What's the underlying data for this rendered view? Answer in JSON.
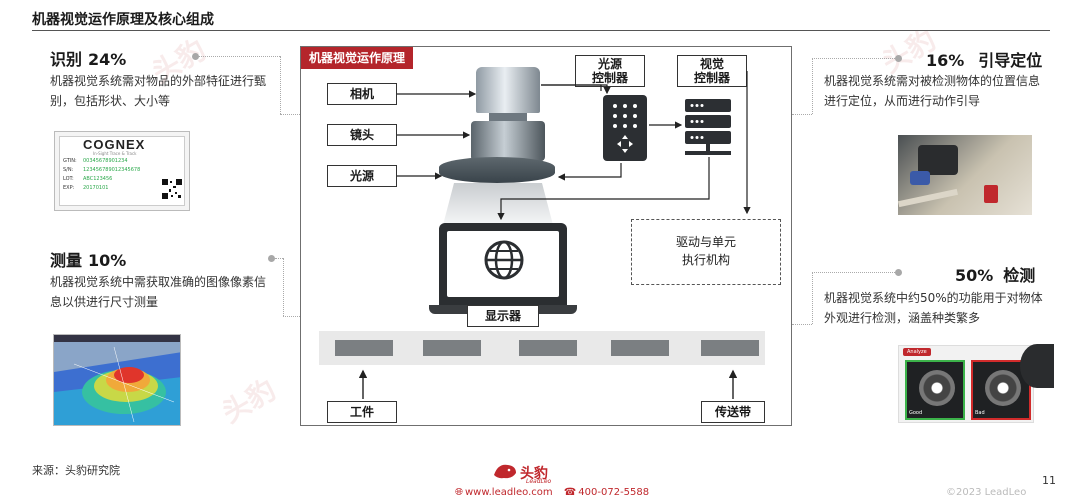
{
  "page_title": "机器视觉运作原理及核心组成",
  "identify": {
    "title": "识别",
    "pct": "24%",
    "desc": "机器视觉系统需对物品的外部特征进行甄别，包括形状、大小等"
  },
  "measure": {
    "title": "测量",
    "pct": "10%",
    "desc": "机器视觉系统中需获取准确的图像像素信息以供进行尺寸测量"
  },
  "position": {
    "title": "引导定位",
    "pct": "16%",
    "desc": "机器视觉系统需对被检测物体的位置信息进行定位，从而进行动作引导"
  },
  "inspect": {
    "title": "检测",
    "pct": "50%",
    "desc": "机器视觉系统中约50%的功能用于对物体外观进行检测，涵盖种类繁多"
  },
  "cognex_card": {
    "brand": "COGNEX",
    "sub": "In-Sight Trace & Track",
    "rows": [
      {
        "k": "GTIN:",
        "v": "00345678901234"
      },
      {
        "k": "S/N:",
        "v": "123456789012345678"
      },
      {
        "k": "LOT:",
        "v": "ABC123456"
      },
      {
        "k": "EXP:",
        "v": "20170101"
      }
    ]
  },
  "diagram": {
    "tag": "机器视觉运作原理",
    "labels": {
      "camera": "相机",
      "lens": "镜头",
      "light": "光源",
      "light_ctrl": "光源\n控制器",
      "vision_ctrl": "视觉\n控制器",
      "drive": "驱动与单元\n执行机构",
      "monitor": "显示器",
      "workpiece": "工件",
      "conveyor": "传送带"
    }
  },
  "inspect_img": {
    "btn": "Analyze",
    "good": "Good",
    "bad": "Bad"
  },
  "footer": {
    "source": "来源：头豹研究院",
    "brand": "头豹",
    "brand_sub": "LeadLeo",
    "website": "www.leadleo.com",
    "phone": "400-072-5588",
    "copyright": "©2023 LeadLeo",
    "page": "11"
  },
  "colors": {
    "accent": "#b4252b",
    "panel_border": "#6f6f6f"
  }
}
